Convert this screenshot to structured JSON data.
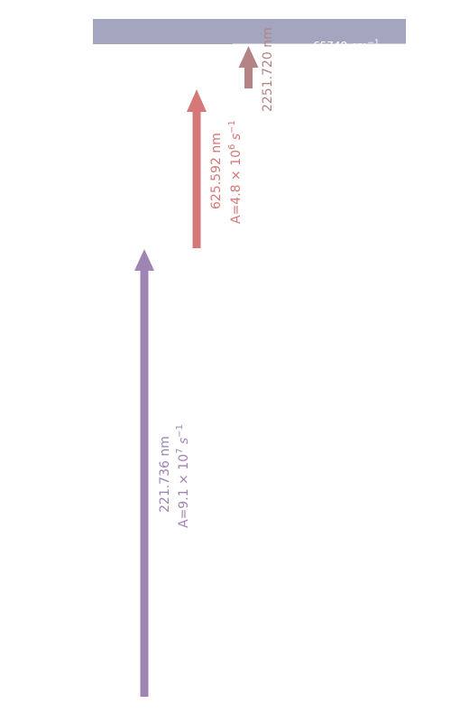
{
  "level": {
    "energy_label": "65748 cm",
    "unit_sup": "−1",
    "color": "#a3a6be"
  },
  "transitions": [
    {
      "wavelength": "2251.720 nm",
      "color": "#b48484"
    },
    {
      "wavelength": "625.592 nm",
      "rate_base": "A=4.8 × 10",
      "rate_exp": "6",
      "rate_unit": "s",
      "rate_unit_exp": "−1",
      "color": "#d47878"
    },
    {
      "wavelength": "221.736 nm",
      "rate_base": "A=9.1 × 10",
      "rate_exp": "7",
      "rate_unit": "s",
      "rate_unit_exp": "−1",
      "color": "#a084b4"
    }
  ]
}
